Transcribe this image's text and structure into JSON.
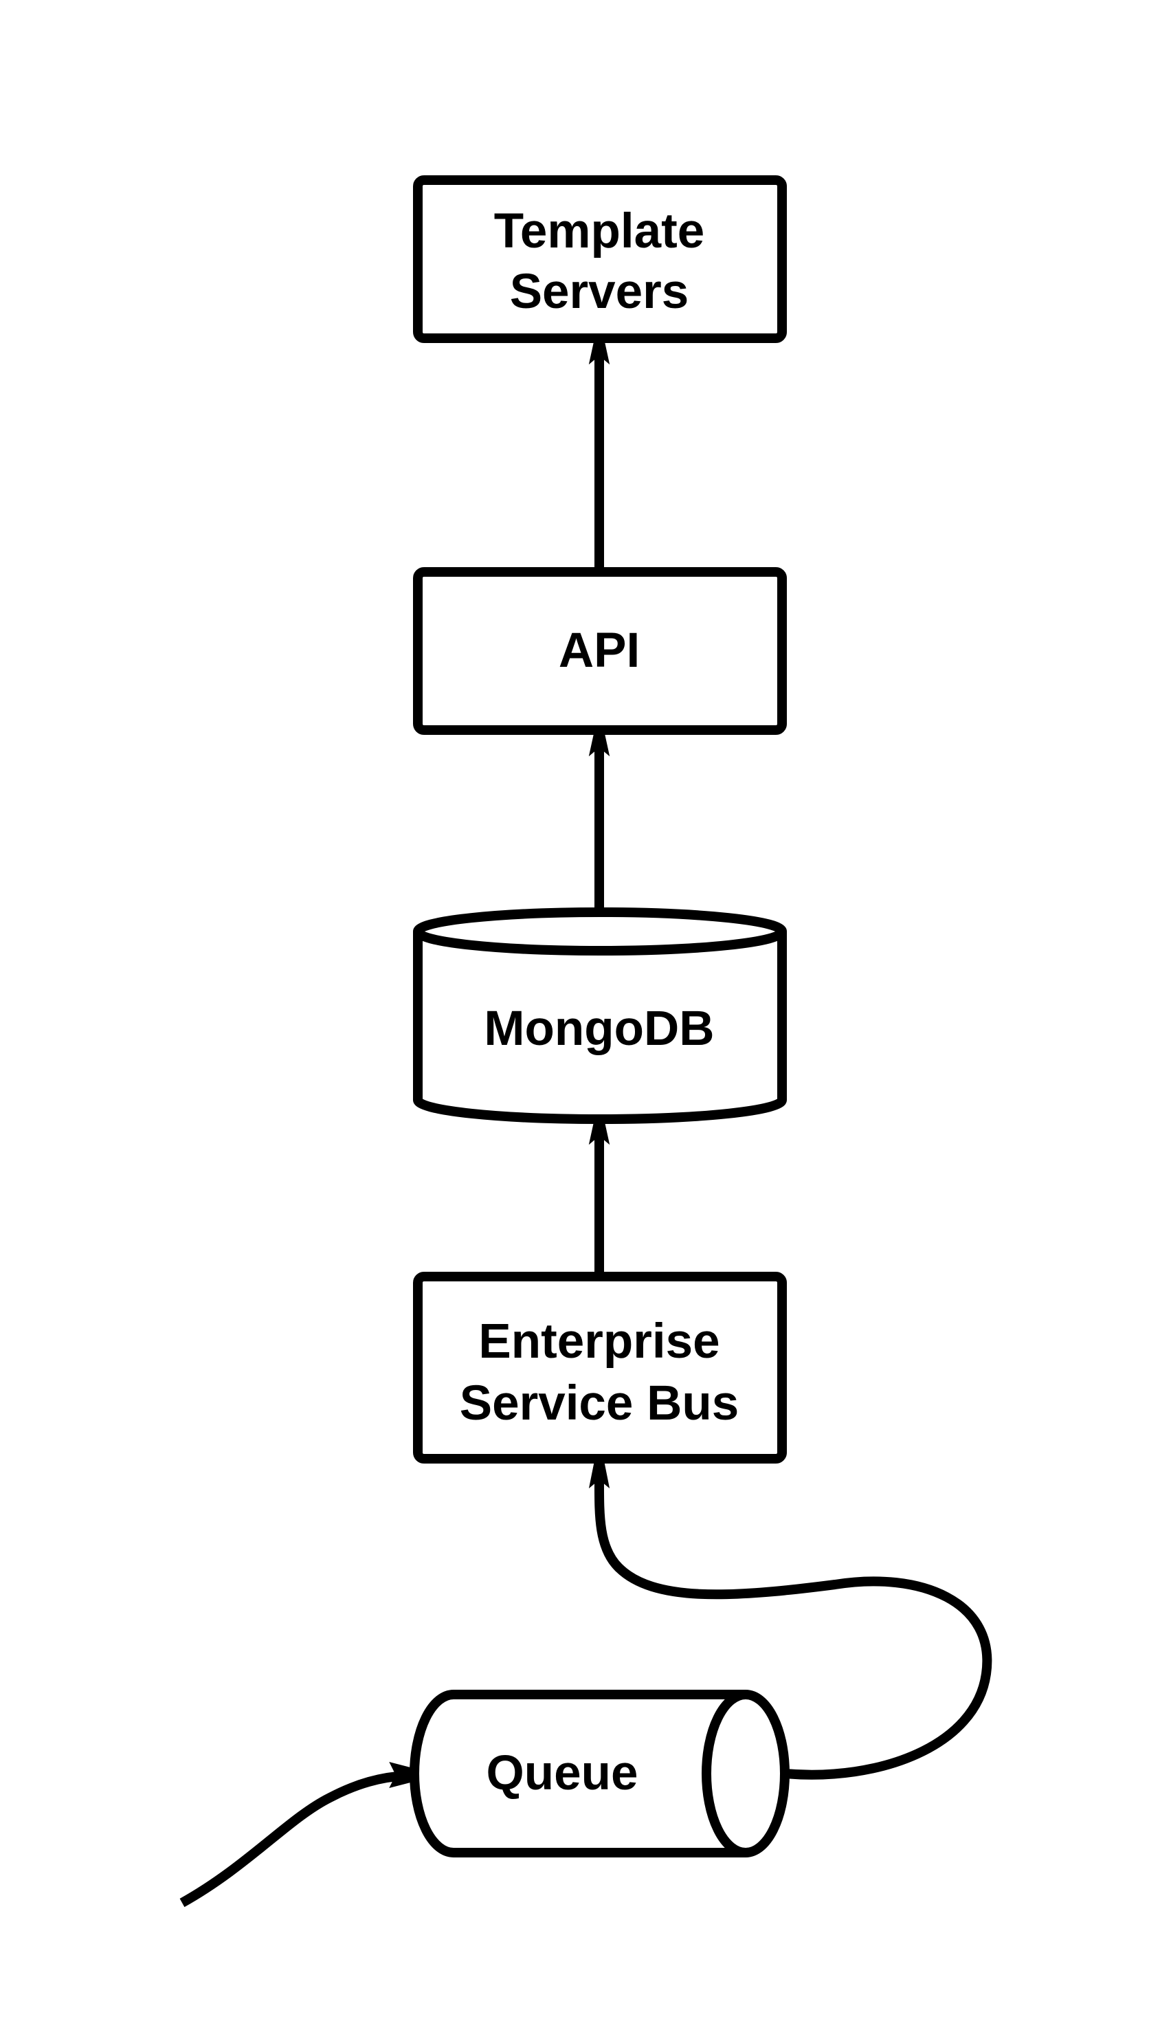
{
  "nodes": {
    "template_servers": {
      "lines": [
        "Template",
        "Servers"
      ],
      "shape": "rectangle"
    },
    "api": {
      "lines": [
        "API"
      ],
      "shape": "rectangle"
    },
    "mongodb": {
      "lines": [
        "MongoDB"
      ],
      "shape": "database-cylinder"
    },
    "enterprise_service_bus": {
      "lines": [
        "Enterprise",
        "Service Bus"
      ],
      "shape": "rectangle"
    },
    "queue": {
      "lines": [
        "Queue"
      ],
      "shape": "horizontal-cylinder"
    }
  },
  "edges": [
    {
      "from": "external",
      "to": "queue"
    },
    {
      "from": "queue",
      "to": "enterprise_service_bus"
    },
    {
      "from": "enterprise_service_bus",
      "to": "mongodb"
    },
    {
      "from": "mongodb",
      "to": "api"
    },
    {
      "from": "api",
      "to": "template_servers"
    }
  ],
  "colors": {
    "stroke": "#000000",
    "fill": "#ffffff",
    "background": "#ffffff"
  }
}
